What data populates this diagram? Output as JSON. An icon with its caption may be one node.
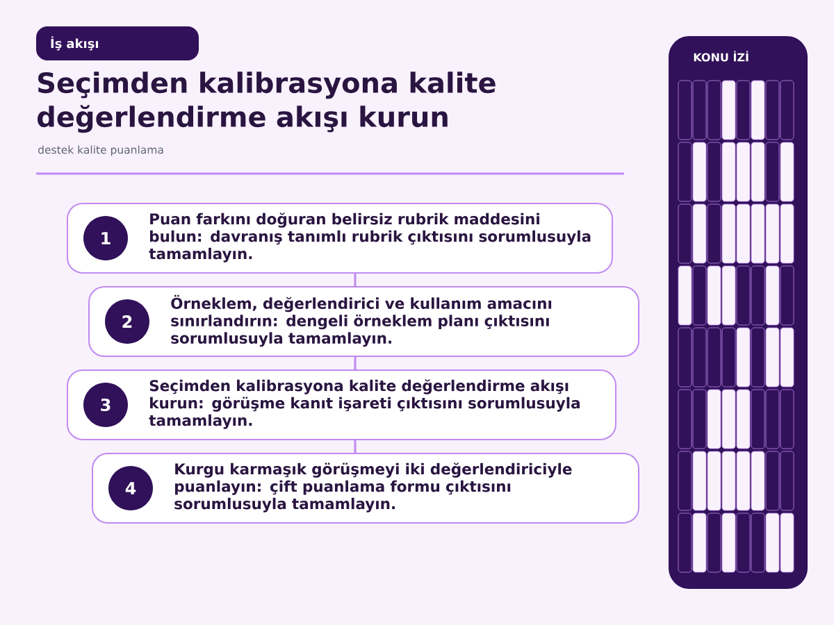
{
  "diagram": {
    "title": "Seçimden kalibrasyona kalite değerlendirme akışı kurun",
    "nodes": [
      {
        "text": [
          "İş akışı"
        ]
      },
      {
        "text": [
          "1",
          "Puan farkını doğuran belirsiz rubrik maddesini bulun: davranış tanımlı rubrik çıktısını sorumlusuyla tamamlayın."
        ]
      },
      {
        "text": [
          "2",
          "Örneklem, değerlendirici ve kullanım amacını sınırlandırın: dengeli örneklem planı çıktısını sorumlusuyla tamamlayın."
        ]
      },
      {
        "text": [
          "3",
          "Seçimden kalibrasyona kalite değerlendirme akışı kurun: görüşme kanıt işareti çıktısını sorumlusuyla tamamlayın."
        ]
      },
      {
        "text": [
          "4",
          "Kurgu karmaşık görüşmeyi iki değerlendiriciyle puanlayın: çift puanlama formu çıktısını sorumlusuyla tamamlayın."
        ]
      },
      {
        "text": [
          "KONU İZİ"
        ]
      }
    ],
    "edges": [
      {
        "from": 1,
        "to": 2,
        "arrow": "none"
      },
      {
        "from": 2,
        "to": 3,
        "arrow": "none"
      },
      {
        "from": 3,
        "to": 4,
        "arrow": "none"
      }
    ],
    "labels": [
      "destek kalite puanlama"
    ]
  }
}
